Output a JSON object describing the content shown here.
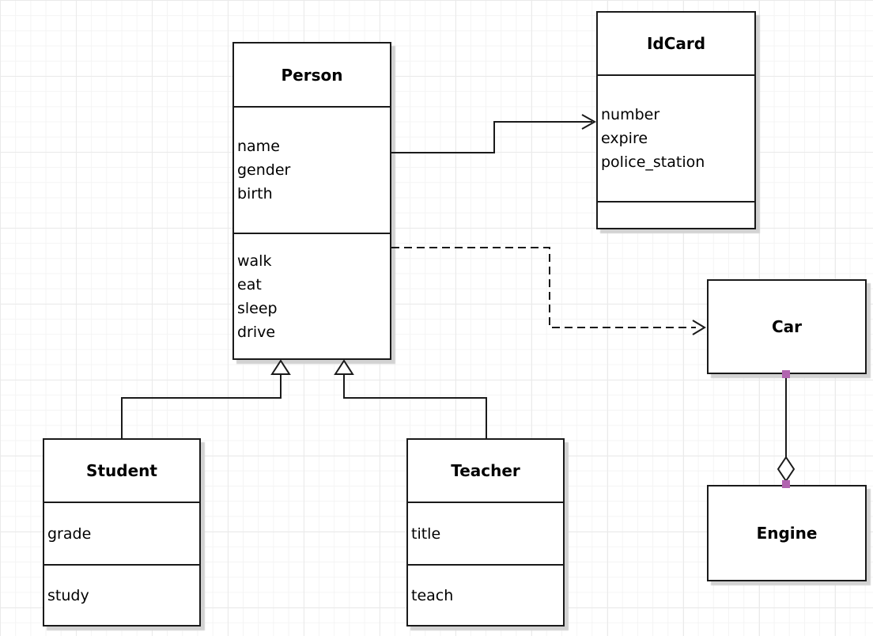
{
  "diagram_type": "uml-class-diagram",
  "classes": {
    "person": {
      "name": "Person",
      "attributes": [
        "name",
        "gender",
        "birth"
      ],
      "methods": [
        "walk",
        "eat",
        "sleep",
        "drive"
      ]
    },
    "idcard": {
      "name": "IdCard",
      "attributes": [
        "number",
        "expire",
        "police_station"
      ],
      "methods": []
    },
    "car": {
      "name": "Car",
      "attributes": [],
      "methods": []
    },
    "engine": {
      "name": "Engine",
      "attributes": [],
      "methods": []
    },
    "student": {
      "name": "Student",
      "attributes": [
        "grade"
      ],
      "methods": [
        "study"
      ]
    },
    "teacher": {
      "name": "Teacher",
      "attributes": [
        "title"
      ],
      "methods": [
        "teach"
      ]
    }
  },
  "relationships": [
    {
      "type": "association",
      "from": "Person",
      "to": "IdCard",
      "line": "solid",
      "arrow": "open"
    },
    {
      "type": "dependency",
      "from": "Person",
      "to": "Car",
      "line": "dashed",
      "arrow": "open"
    },
    {
      "type": "generalization",
      "from": "Student",
      "to": "Person",
      "line": "solid",
      "arrow": "hollow-triangle"
    },
    {
      "type": "generalization",
      "from": "Teacher",
      "to": "Person",
      "line": "solid",
      "arrow": "hollow-triangle"
    },
    {
      "type": "aggregation",
      "from": "Car",
      "to": "Engine",
      "line": "solid",
      "arrow": "hollow-diamond",
      "endpoint_markers": "purple-squares"
    }
  ],
  "colors": {
    "line": "#1a1a1a",
    "box_border": "#1a1a1a",
    "box_fill": "#ffffff",
    "shadow": "#d2d2d2",
    "endpoint_marker": "#b164af",
    "grid_minor": "#f4f4f4",
    "grid_major": "#eaeaea",
    "background": "#ffffff"
  }
}
